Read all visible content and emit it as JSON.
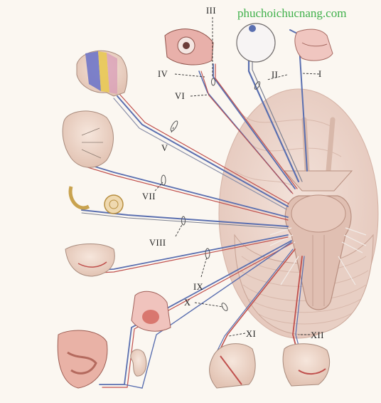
{
  "watermark": "phuchoichucnang.com",
  "nerve_labels": {
    "I": "I",
    "II": "II",
    "III": "III",
    "IV": "IV",
    "V": "V",
    "VI": "VI",
    "VII": "VII",
    "VIII": "VIII",
    "IX": "IX",
    "X": "X",
    "XI": "XI",
    "XII": "XII"
  },
  "colors": {
    "background": "#fbf7f1",
    "brain": "#efdcd2",
    "brainstem": "#e3c4b8",
    "nerve_blue": "#5a6fb0",
    "nerve_red": "#c0504d",
    "watermark": "#3fb04a"
  }
}
